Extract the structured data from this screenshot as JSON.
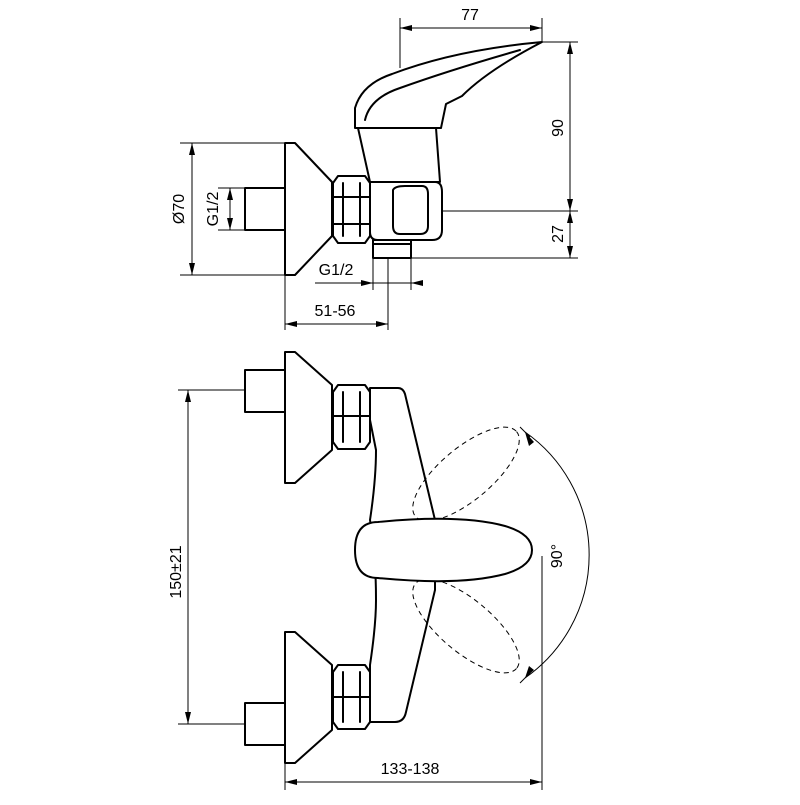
{
  "drawing": {
    "side_view": {
      "spout_reach": "77",
      "height_above_axis": "90",
      "outlet_below_axis": "27",
      "flange_diameter": "Ø70",
      "inlet_thread": "G1/2",
      "outlet_thread": "G1/2",
      "wall_offset": "51-56"
    },
    "front_view": {
      "center_distance": "150±21",
      "handle_rotation": "90°",
      "overall_width": "133-138"
    }
  }
}
